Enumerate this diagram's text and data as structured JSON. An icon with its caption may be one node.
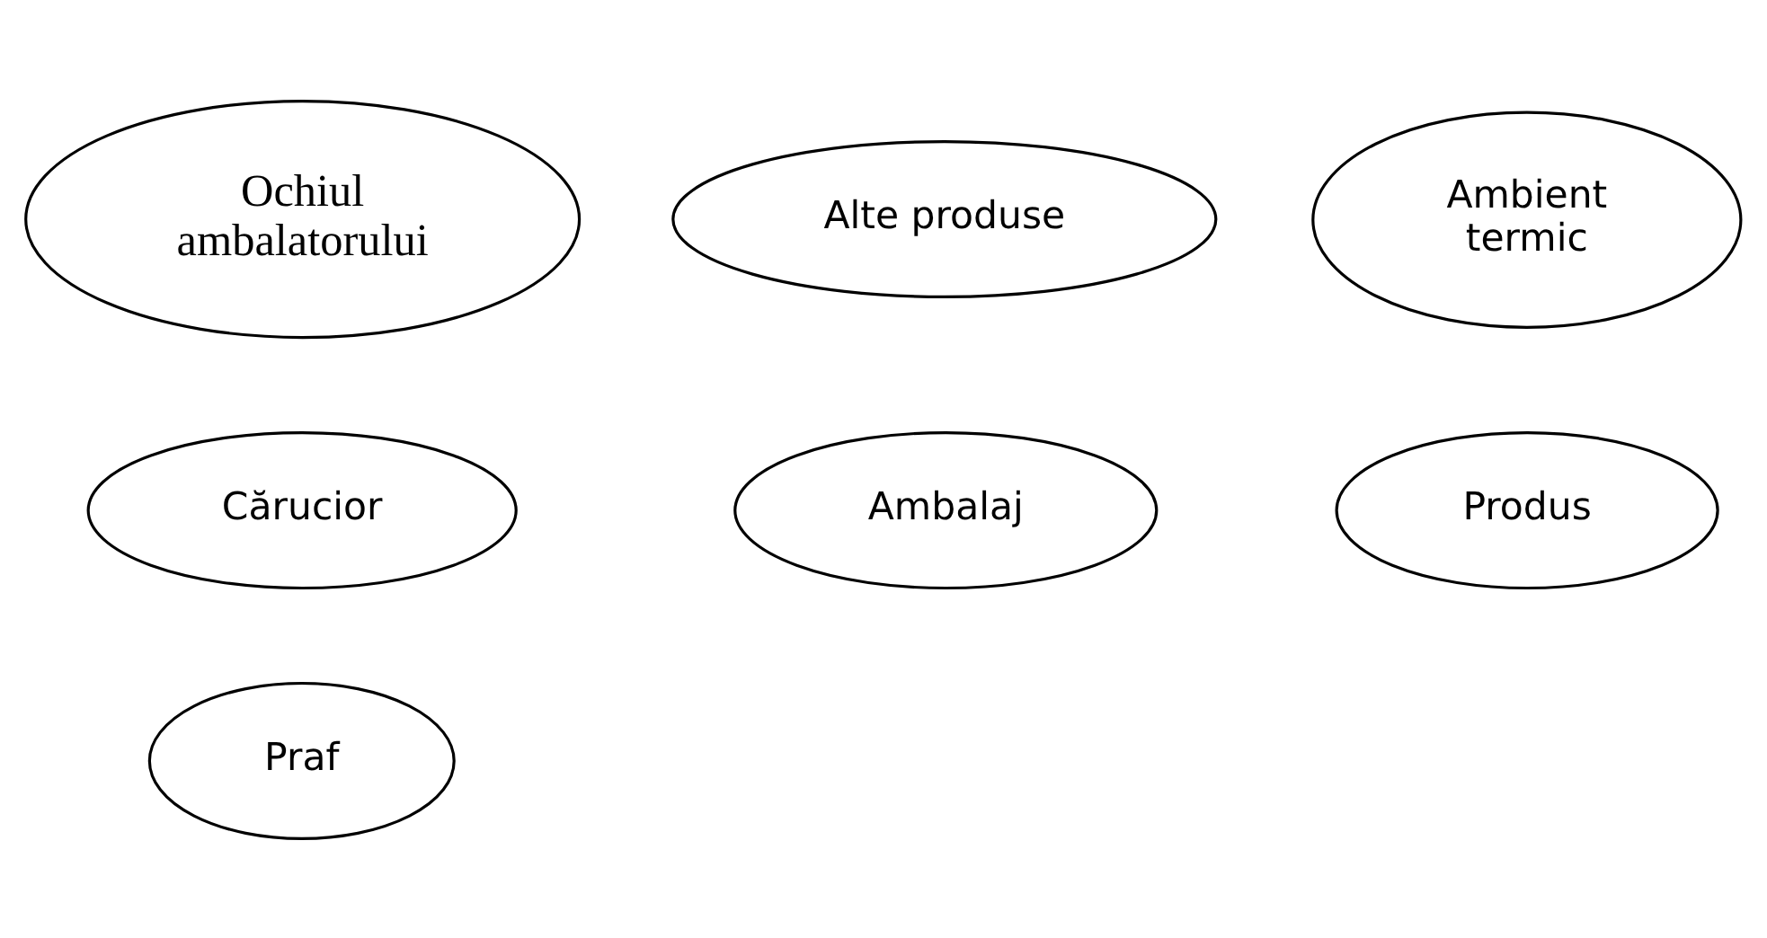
{
  "diagram": {
    "nodes": [
      {
        "text": [
          "Praf"
        ]
      },
      {
        "text": [
          "Produs"
        ]
      },
      {
        "text": [
          "Ambalaj"
        ]
      },
      {
        "text": [
          "Alte produse"
        ]
      },
      {
        "text": [
          "Ochiul ambalatorului"
        ]
      },
      {
        "text": [
          "Cărucior"
        ]
      },
      {
        "text": [
          "Ambient termic"
        ]
      }
    ]
  }
}
